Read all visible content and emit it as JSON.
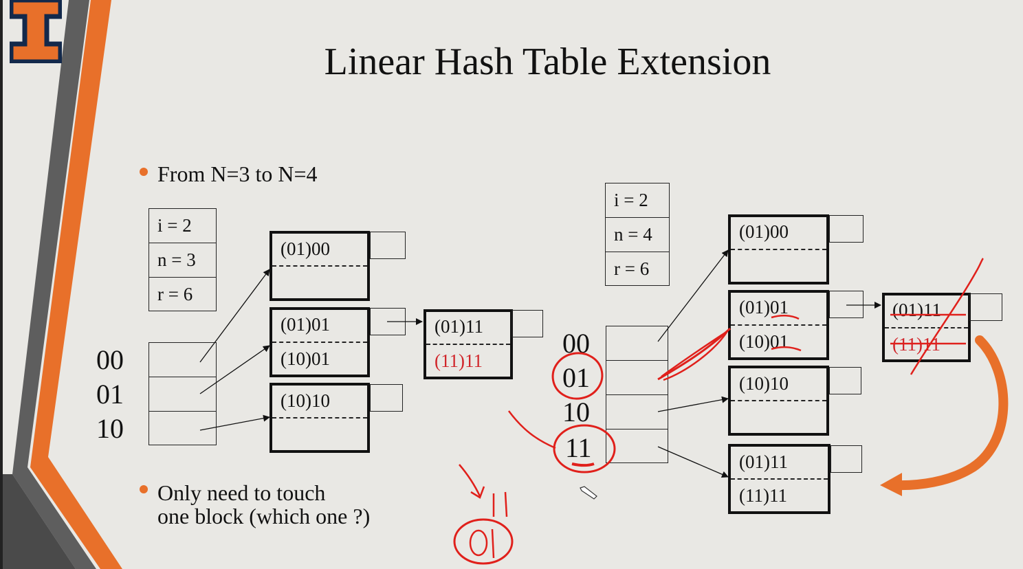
{
  "title": "Linear Hash Table Extension",
  "bullets": [
    "From N=3 to N=4",
    "Only need to touch",
    "one block (which one ?)"
  ],
  "left": {
    "params": [
      "i = 2",
      "n = 3",
      "r = 6"
    ],
    "indices": [
      "00",
      "01",
      "10"
    ],
    "buckets": [
      {
        "top": "(01)00",
        "bottom": ""
      },
      {
        "top": "(01)01",
        "bottom": "(10)01"
      },
      {
        "top": "(10)10",
        "bottom": ""
      }
    ],
    "overflow": {
      "top": "(01)11",
      "bottom": "(11)11"
    }
  },
  "right": {
    "params": [
      "i = 2",
      "n = 4",
      "r = 6"
    ],
    "indices": [
      "00",
      "01",
      "10",
      "11"
    ],
    "buckets": [
      {
        "top": "(01)00",
        "bottom": ""
      },
      {
        "top": "(01)01",
        "bottom": "(10)01"
      },
      {
        "top": "(10)10",
        "bottom": ""
      },
      {
        "top": "(01)11",
        "bottom": "(11)11"
      }
    ],
    "overflow": {
      "top": "(01)11",
      "bottom": "(11)11"
    }
  },
  "annotation": {
    "handwritten": "01",
    "handwritten_top": "11"
  },
  "colors": {
    "orange": "#e8702a",
    "gray": "#5e5e5e",
    "navy": "#13294b",
    "red_text": "#d0252a",
    "ink_red": "#e0201b"
  }
}
